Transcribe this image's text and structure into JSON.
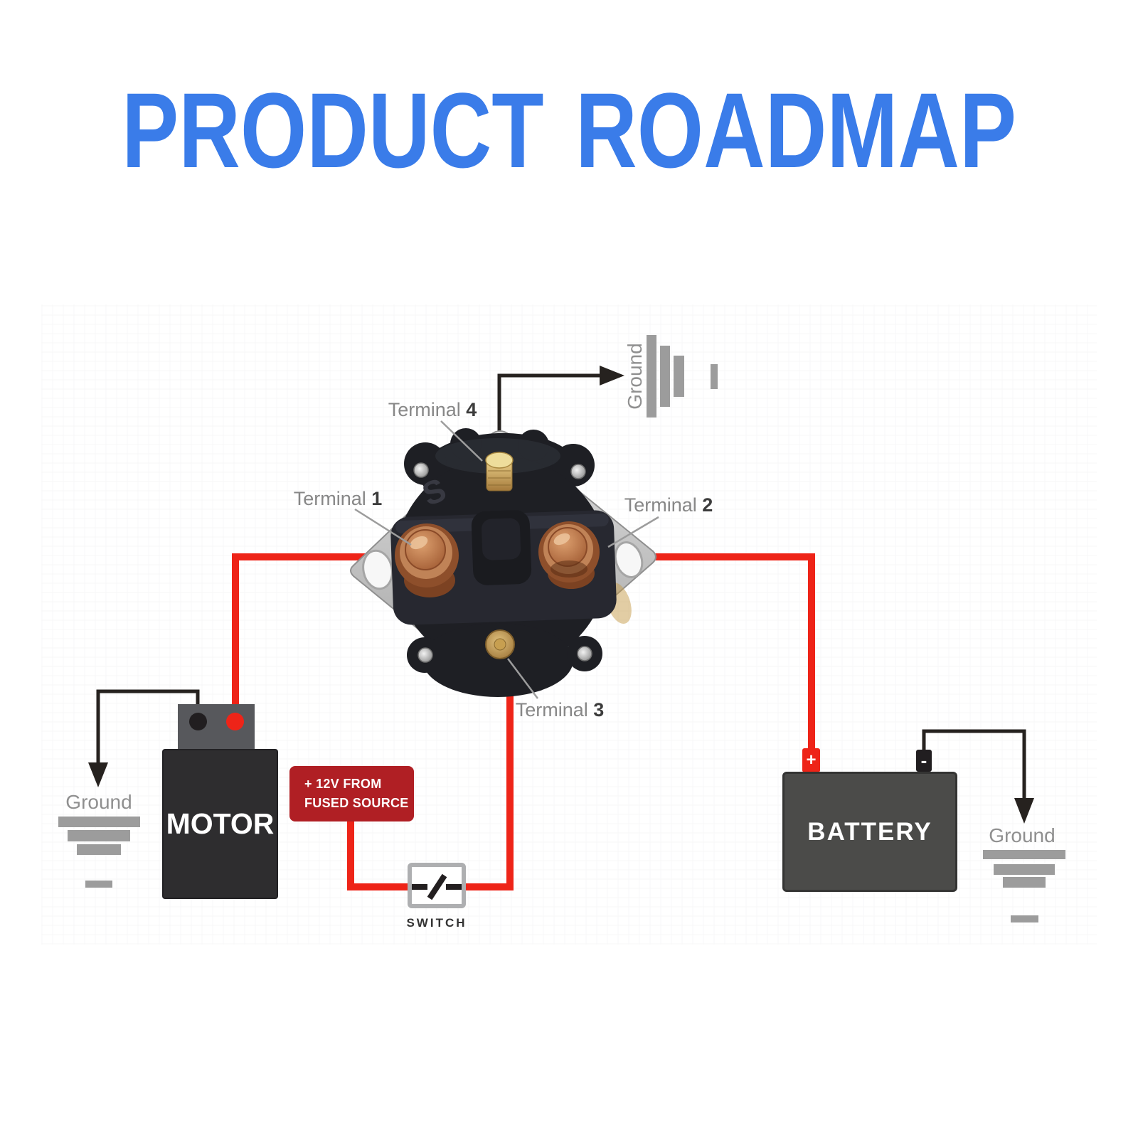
{
  "title": "PRODUCT ROADMAP",
  "solenoid": {
    "embossed_s": "S",
    "terminals": [
      {
        "label": "Terminal",
        "number": "1"
      },
      {
        "label": "Terminal",
        "number": "2"
      },
      {
        "label": "Terminal",
        "number": "3"
      },
      {
        "label": "Terminal",
        "number": "4"
      }
    ]
  },
  "components": {
    "motor_label": "MOTOR",
    "battery_label": "BATTERY",
    "battery_plus": "+",
    "battery_minus": "-",
    "switch_label": "SWITCH",
    "fused_source_line1": "+ 12V FROM",
    "fused_source_line2": "FUSED SOURCE",
    "ground_left": "Ground",
    "ground_right": "Ground",
    "ground_top": "Ground"
  },
  "colors": {
    "title_blue": "#3a7ce9",
    "wire_red": "#ee2418",
    "wire_black": "#26221f",
    "fused_box_red": "#b01f24",
    "motor_gray": "#2e2d2f",
    "battery_gray": "#4b4b49",
    "label_gray": "#878787",
    "ground_bar_gray": "#9c9c9c"
  }
}
